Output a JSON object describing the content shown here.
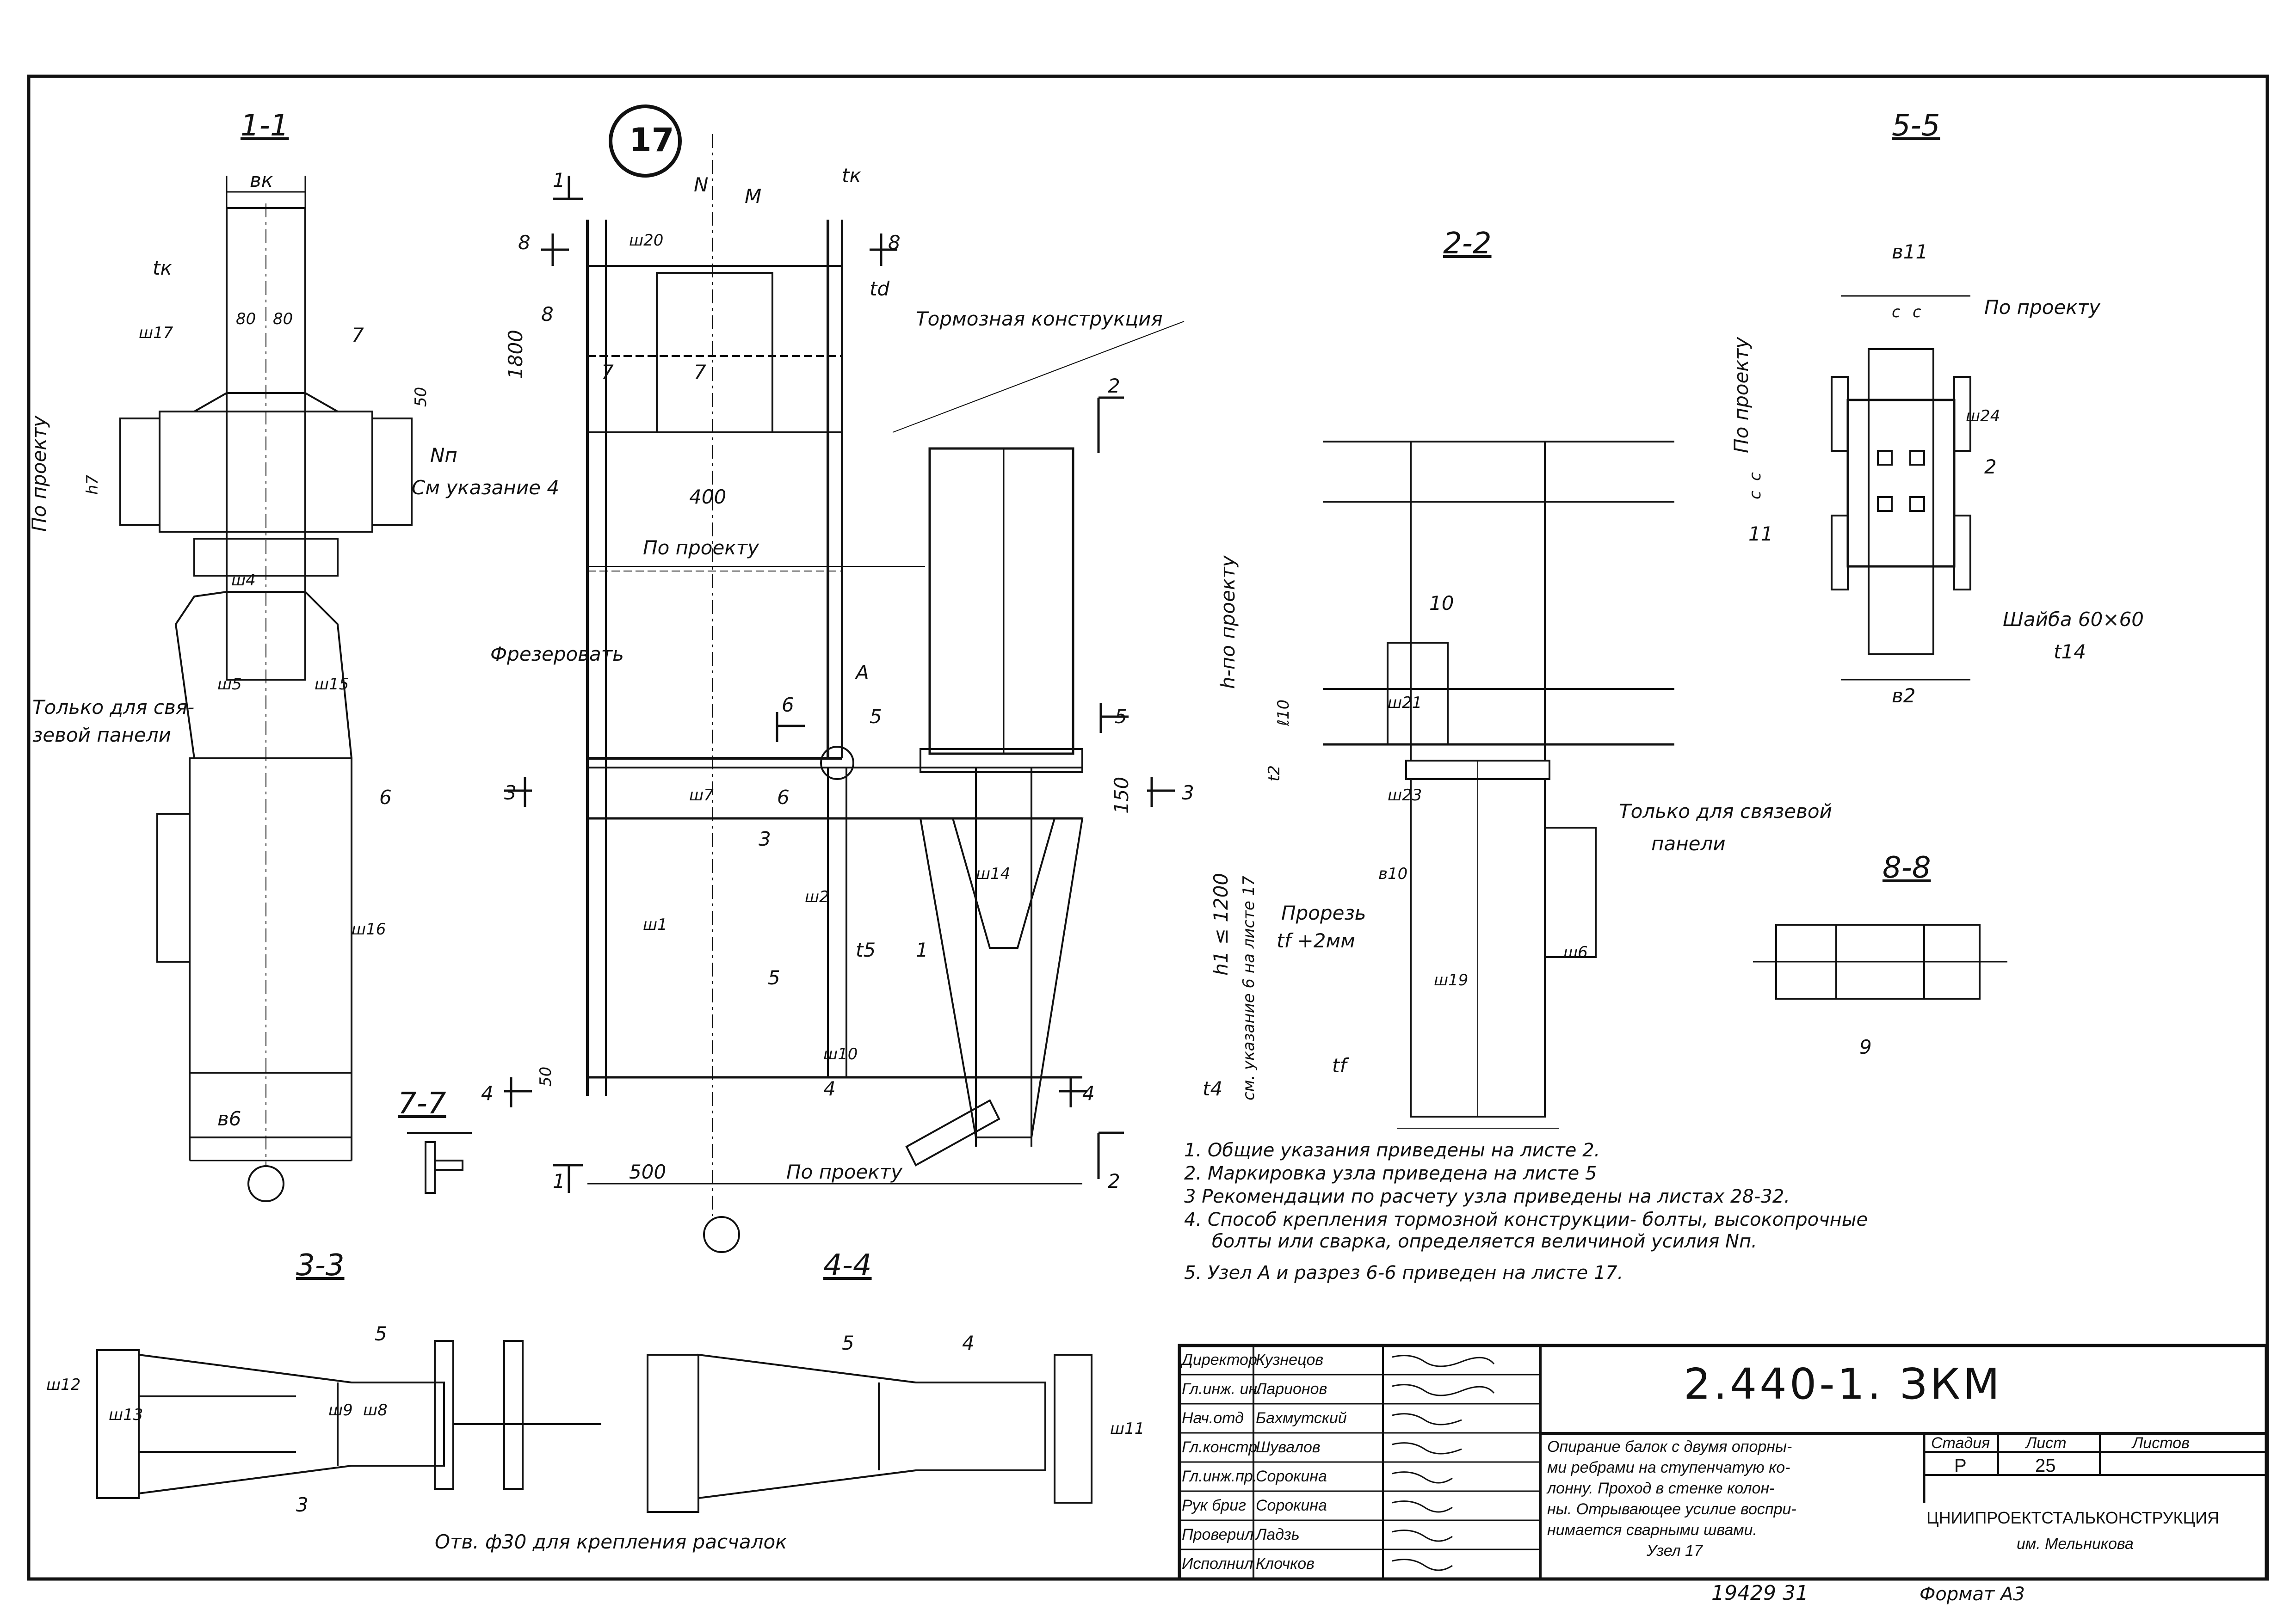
{
  "drawing": {
    "node_number": "17",
    "sections": {
      "s1": "1-1",
      "s2": "2-2",
      "s3": "3-3",
      "s4": "4-4",
      "s5": "5-5",
      "s7": "7-7",
      "s8": "8-8"
    },
    "view_markers": [
      "1",
      "2",
      "3",
      "4",
      "5",
      "6",
      "7",
      "8"
    ],
    "detail_A": "A",
    "force_N": "N",
    "moment_M": "M",
    "labels": {
      "bk": "вк",
      "tk": "tк",
      "td": "td",
      "t5": "t5",
      "tf": "tf",
      "t4": "t4",
      "t14": "t14",
      "b6": "в6",
      "b10": "в10",
      "b11": "в11",
      "b2": "в2",
      "l10": "ℓ10",
      "t2": "t2",
      "h7": "h7",
      "brake": "Тормозная конструкция",
      "per_project": "По проекту",
      "Np": "Nп",
      "see_note4": "См указание 4",
      "mill": "Фрезеровать",
      "only_bracing_panel_left": [
        "Только для свя-",
        "зевой панели"
      ],
      "only_bracing_panel_right": [
        "Только для связевой",
        "панели"
      ],
      "slot": "Прорезь",
      "slot_size": "tf +2мм",
      "washer": "Шайба 60×60",
      "h_project": "h-по проекту",
      "h1": "h1 ≤ 1200",
      "see_note_sheet17": "см. указание 6 на листе 17",
      "holes": "Отв. ф30 для крепления расчалок",
      "dims": {
        "d80a": "80",
        "d80b": "80",
        "d50": "50",
        "d1800": "1800",
        "d400": "400",
        "d150": "150",
        "d500": "500",
        "d50b": "50",
        "c1": "c",
        "c2": "c",
        "c3": "c",
        "c4": "c"
      }
    },
    "welds": [
      "ш1",
      "ш2",
      "ш4",
      "ш5",
      "ш6",
      "ш7",
      "ш8",
      "ш9",
      "ш10",
      "ш11",
      "ш12",
      "ш13",
      "ш14",
      "ш15",
      "ш16",
      "ш17",
      "ш19",
      "ш20",
      "ш21",
      "ш23",
      "ш24"
    ],
    "parts": [
      "1",
      "2",
      "3",
      "4",
      "5",
      "6",
      "7",
      "8",
      "9",
      "10",
      "11"
    ]
  },
  "notes": [
    "1. Общие указания приведены на листе 2.",
    "2. Маркировка узла приведена на листе 5",
    "3 Рекомендации по расчету узла приведены на листах 28-32.",
    "4. Способ крепления тормозной конструкции- болты, высокопрочные",
    "болты или сварка, определяется величиной усилия Nп.",
    "5. Узел А и разрез 6-6 приведен на листе 17."
  ],
  "title_block": {
    "document_code": "2.440-1. ЗКМ",
    "title": [
      "Опирание балок с двумя опорны-",
      "ми ребрами на ступенчатую ко-",
      "лонну. Проход в стенке колон-",
      "ны. Отрывающее усилие воспри-",
      "нимается сварными швами.",
      "Узел 17"
    ],
    "stage_header": "Стадия",
    "sheet_header": "Лист",
    "sheets_header": "Листов",
    "stage": "Р",
    "sheet": "25",
    "sheets": "",
    "organization": "ЦНИИПРОЕКТСТАЛЬКОНСТРУКЦИЯ",
    "organization_sub": "им. Мельникова",
    "signatures": [
      {
        "role": "Директор",
        "name": "Кузнецов"
      },
      {
        "role": "Гл.инж. ин.",
        "name": "Ларионов"
      },
      {
        "role": "Нач.отд",
        "name": "Бахмутский"
      },
      {
        "role": "Гл.констр",
        "name": "Шувалов"
      },
      {
        "role": "Гл.инж.пр.",
        "name": "Сорокина"
      },
      {
        "role": "Рук бриг",
        "name": "Сорокина"
      },
      {
        "role": "Проверил",
        "name": "Ладзь"
      },
      {
        "role": "Исполнил",
        "name": "Клочков"
      }
    ],
    "inventory": "19429 31",
    "format": "Формат А3"
  }
}
